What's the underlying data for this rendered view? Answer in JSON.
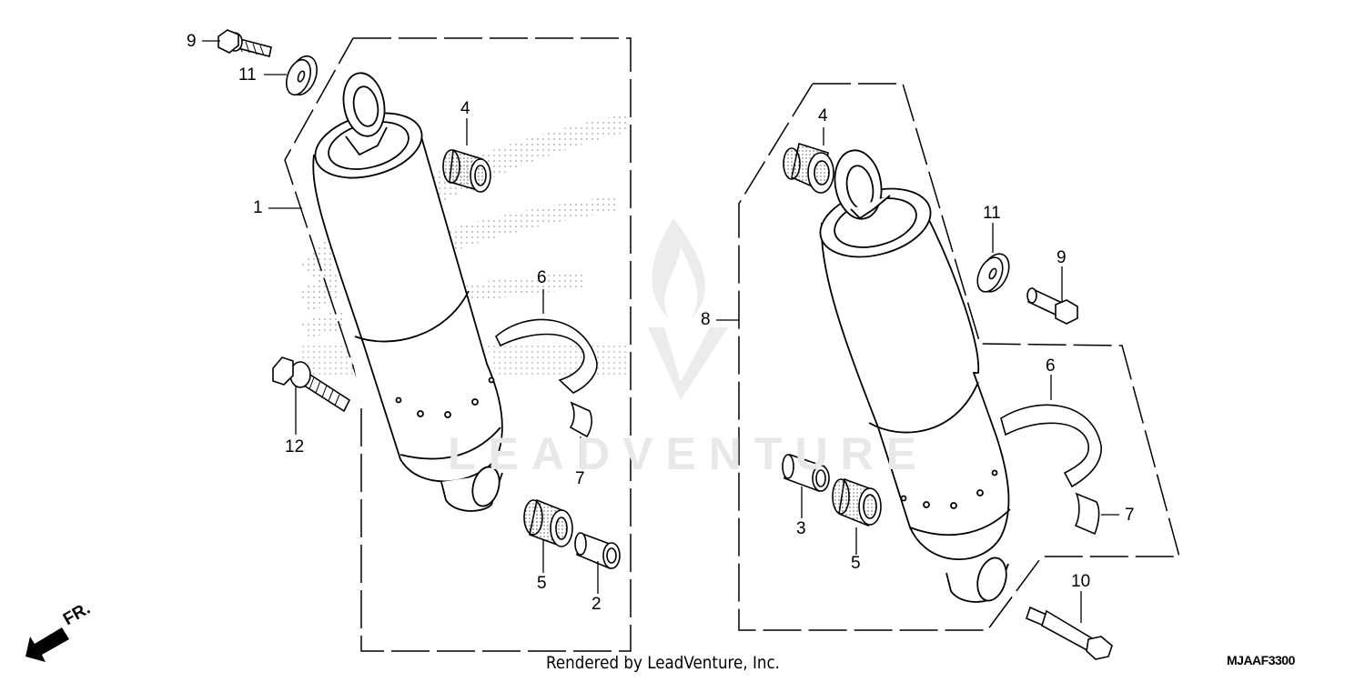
{
  "diagram": {
    "title_code": "MJAAF3300",
    "credit": "Rendered by LeadVenture, Inc.",
    "watermark": "LEADVENTURE",
    "direction_indicator": "FR.",
    "left_assembly": {
      "callouts": [
        {
          "id": "9",
          "label": "9",
          "part": "flange bolt"
        },
        {
          "id": "11",
          "label": "11",
          "part": "washer"
        },
        {
          "id": "4",
          "label": "4",
          "part": "upper bushing"
        },
        {
          "id": "1",
          "label": "1",
          "part": "rear shock absorber (left)"
        },
        {
          "id": "6",
          "label": "6",
          "part": "shock band"
        },
        {
          "id": "12",
          "label": "12",
          "part": "flange bolt"
        },
        {
          "id": "7",
          "label": "7",
          "part": "rubber pad"
        },
        {
          "id": "5",
          "label": "5",
          "part": "lower bushing"
        },
        {
          "id": "2",
          "label": "2",
          "part": "collar"
        }
      ]
    },
    "right_assembly": {
      "callouts": [
        {
          "id": "4",
          "label": "4",
          "part": "upper bushing"
        },
        {
          "id": "11",
          "label": "11",
          "part": "washer"
        },
        {
          "id": "9",
          "label": "9",
          "part": "flange bolt"
        },
        {
          "id": "8",
          "label": "8",
          "part": "rear shock absorber (right)"
        },
        {
          "id": "6",
          "label": "6",
          "part": "shock band"
        },
        {
          "id": "3",
          "label": "3",
          "part": "collar"
        },
        {
          "id": "5",
          "label": "5",
          "part": "lower bushing"
        },
        {
          "id": "7",
          "label": "7",
          "part": "rubber pad"
        },
        {
          "id": "10",
          "label": "10",
          "part": "stud bolt"
        }
      ]
    }
  }
}
